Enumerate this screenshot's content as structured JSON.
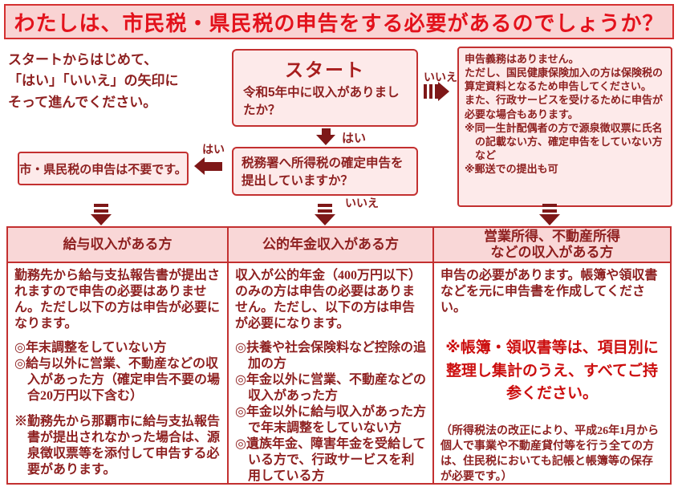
{
  "title": "わたしは、市民税・県民税の申告をする必要があるのでしょうか？",
  "intro": "スタートからはじめて、\n「はい」「いいえ」の矢印に\nそって進んでください。",
  "labels": {
    "yes": "はい",
    "no": "いいえ"
  },
  "flow": {
    "start": {
      "title": "スタート",
      "question": "令和5年中に収入がありましたか？"
    },
    "no_branch": {
      "lines": [
        "申告義務はありません。",
        "ただし、国民健康保険加入の方は保険税の算定資料となるため申告してください。",
        "また、行政サービスを受けるために申告が必要な場合もあります。",
        "※同一生計配偶者の方で源泉徴収票に氏名の記載ない方、確定申告をしていない方など",
        "※郵送での提出も可"
      ]
    },
    "tax_office_question": "税務署へ所得税の確定申告を提出していますか？",
    "not_required": "市・県民税の申告は不要です。"
  },
  "table": {
    "columns": [
      {
        "header": "給与収入がある方",
        "intro": "勤務先から給与支払報告書が提出されますので申告の必要はありません。ただし以下の方は申告が必要になります。",
        "bullets": [
          "◎年末調整をしていない方",
          "◎給与以外に営業、不動産などの収入があった方（確定申告不要の場合20万円以下含む）"
        ],
        "note": "※勤務先から那覇市に給与支払報告書が提出されなかった場合は、源泉徴収票等を添付して申告する必要があります。"
      },
      {
        "header": "公的年金収入がある方",
        "intro": "収入が公的年金（400万円以下）のみの方は申告の必要はありません。ただし、以下の方は申告が必要になります。",
        "bullets": [
          "◎扶養や社会保険料など控除の追加の方",
          "◎年金以外に営業、不動産などの収入があった方",
          "◎年金以外に給与収入があった方で年末調整をしていない方",
          "◎遺族年金、障害年金を受給している方で、行政サービスを利用している方"
        ]
      },
      {
        "header": "営業所得、不動産所得\nなどの収入がある方",
        "intro": "申告の必要があります。帳簿や領収書などを元に申告書を作成してください。",
        "emphasis": "※帳簿・領収書等は、項目別に整理し集計のうえ、すべてご持参ください。",
        "note": "（所得税法の改正により、平成26年1月から個人で事業や不動産貸付等を行う全ての方は、住民税においても記帳と帳簿等の保存が必要です。）"
      }
    ]
  },
  "colors": {
    "accent_red": "#c33030",
    "title_red": "#e3121c",
    "text_maroon": "#8e2020",
    "pink_bg": "#f9d3d3",
    "box_bg": "#fdeaea",
    "emphasis_red": "#cc0e0e"
  }
}
